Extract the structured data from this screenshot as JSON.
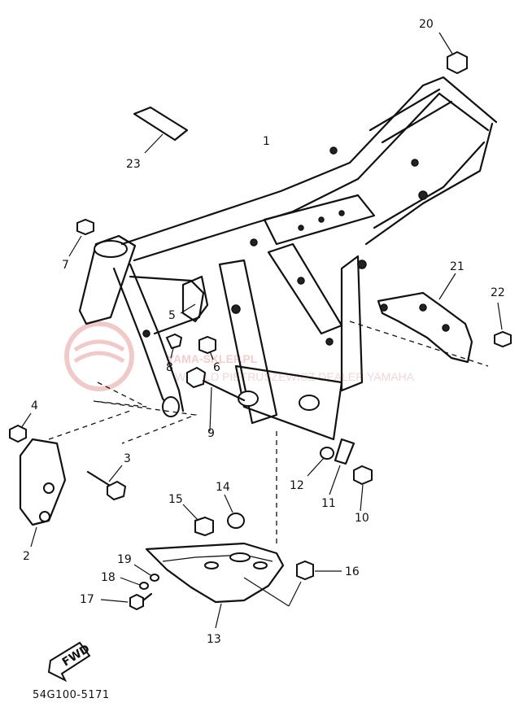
{
  "diagram": {
    "callouts": [
      "1",
      "2",
      "3",
      "4",
      "5",
      "6",
      "7",
      "8",
      "9",
      "10",
      "11",
      "12",
      "13",
      "14",
      "15",
      "16",
      "17",
      "18",
      "19",
      "20",
      "21",
      "22",
      "23"
    ],
    "direction_badge": "FWD",
    "figure_code": "54G100-5171",
    "watermark": {
      "main": "YAMA-SKLEP.PL",
      "sub": "WITOLD PIETRUSZEWICZ DEALER YAMAHA"
    }
  }
}
